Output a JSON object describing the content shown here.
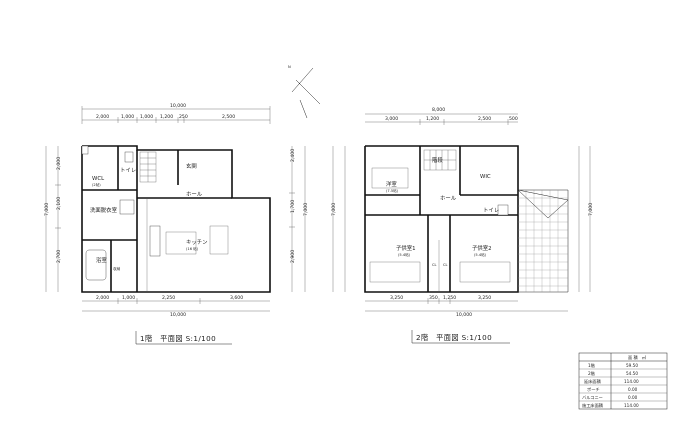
{
  "floor1": {
    "caption": "1階　平面図 S:1/100",
    "overall_top": "10,000",
    "overall_bottom": "10,000",
    "top_dims": [
      "2,000",
      "1,000",
      "1,000",
      "1,200",
      "250",
      "2,500"
    ],
    "bottom_dims": [
      "2,000",
      "1,000",
      "2,250",
      "3,600"
    ],
    "left_overall": "7,000",
    "left_dims": [
      "2,000",
      "2,100",
      "2,700"
    ],
    "right_overall": "7,000",
    "right_dims": [
      "2,400",
      "1,700",
      "2,900"
    ],
    "rooms": {
      "wic": "WCL",
      "toilet": "トイレ",
      "genkan": "玄関",
      "hall": "ホール",
      "senmen": "洗面脱衣室",
      "bath": "浴室",
      "kitchen": "キッチン",
      "ldk_size": "(16 帖)",
      "storage": "収納",
      "wic_size": "(2帖)"
    }
  },
  "floor2": {
    "caption": "2階　平面図 S:1/100",
    "overall_top": "8,000",
    "overall_bottom": "10,000",
    "top_dims": [
      "3,000",
      "1,200",
      "2,500",
      "500"
    ],
    "bottom_dims": [
      "3,250",
      "350",
      "1,250",
      "3,250"
    ],
    "left_overall": "7,000",
    "right_overall": "7,000",
    "rooms": {
      "yoshitsu": "洋室",
      "yoshitsu_size": "(7.5帖)",
      "stair": "階段",
      "wic": "WIC",
      "hall": "ホール",
      "toilet": "トイレ",
      "child1": "子供室1",
      "child1_size": "(5.4帖)",
      "child2": "子供室2",
      "child2_size": "(5.4帖)",
      "cl": "CL"
    }
  },
  "area_table": {
    "header": "面 積　㎡",
    "rows": [
      {
        "label": "1階",
        "value": "59.50"
      },
      {
        "label": "2階",
        "value": "54.50"
      },
      {
        "label": "延床面積",
        "value": "114.00"
      },
      {
        "label": "ポーチ",
        "value": "0.00"
      },
      {
        "label": "バルコニー",
        "value": "0.00"
      },
      {
        "label": "施工床面積",
        "value": "114.00"
      }
    ]
  },
  "north_label": "N"
}
